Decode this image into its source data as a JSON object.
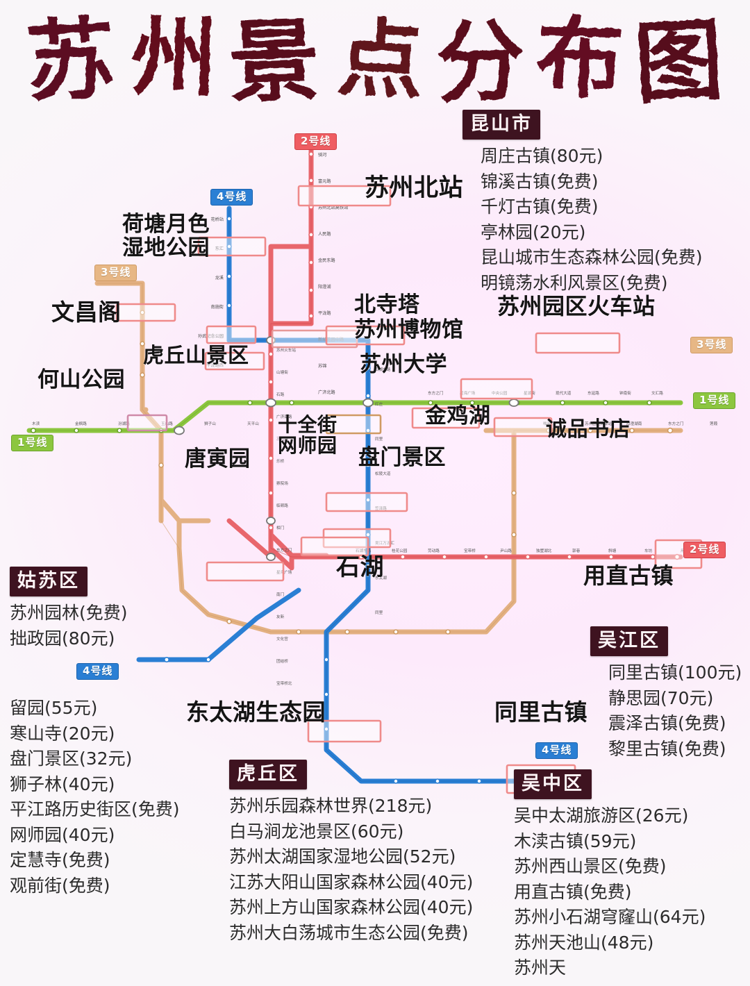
{
  "title": "苏州景点分布图",
  "title_chars": [
    "苏",
    "州",
    "景",
    "点",
    "分",
    "布",
    "图"
  ],
  "colors": {
    "background_top": "#fdeafb",
    "background_bottom": "#f9f6f9",
    "title_ink": "#5c0d22",
    "badge_bg": "#3e1320",
    "line1": "#8cc63f",
    "line2": "#ef5d62",
    "line3": "#e7b785",
    "line4": "#2a7fd4",
    "highlight_box": "#ef8a8a"
  },
  "line_badges": [
    {
      "name": "line-badge-2-top",
      "label": "2号线",
      "line": "2"
    },
    {
      "name": "line-badge-4-top",
      "label": "4号线",
      "line": "4"
    },
    {
      "name": "line-badge-3-left",
      "label": "3号线",
      "line": "3"
    },
    {
      "name": "line-badge-3-right",
      "label": "3号线",
      "line": "3"
    },
    {
      "name": "line-badge-1-right",
      "label": "1号线",
      "line": "1"
    },
    {
      "name": "line-badge-1-left",
      "label": "1号线",
      "line": "1"
    },
    {
      "name": "line-badge-2-right",
      "label": "2号线",
      "line": "2"
    },
    {
      "name": "line-badge-4-left",
      "label": "4号线",
      "line": "4"
    },
    {
      "name": "line-badge-4-bottom",
      "label": "4号线",
      "line": "4"
    }
  ],
  "map_labels": [
    {
      "name": "map-label-suzhou-north-station",
      "text": "苏州北站"
    },
    {
      "name": "map-label-hetang-yuese",
      "text": "荷塘月色"
    },
    {
      "name": "map-label-wetland-park",
      "text": "湿地公园"
    },
    {
      "name": "map-label-wenchang-pavilion",
      "text": "文昌阁"
    },
    {
      "name": "map-label-huqiushan-scenic",
      "text": "虎丘山景区"
    },
    {
      "name": "map-label-heshan-park",
      "text": "何山公园"
    },
    {
      "name": "map-label-beisi-pagoda",
      "text": "北寺塔"
    },
    {
      "name": "map-label-suzhou-museum",
      "text": "苏州博物馆"
    },
    {
      "name": "map-label-suzhou-university",
      "text": "苏州大学"
    },
    {
      "name": "map-label-park-railway-station",
      "text": "苏州园区火车站"
    },
    {
      "name": "map-label-jinji-lake",
      "text": "金鸡湖"
    },
    {
      "name": "map-label-eslite-bookstore",
      "text": "诚品书店"
    },
    {
      "name": "map-label-shiquan-street",
      "text": "十全街"
    },
    {
      "name": "map-label-wangshi-garden",
      "text": "网师园"
    },
    {
      "name": "map-label-tangyin-garden",
      "text": "唐寅园"
    },
    {
      "name": "map-label-panmen-scenic",
      "text": "盘门景区"
    },
    {
      "name": "map-label-shihu",
      "text": "石湖"
    },
    {
      "name": "map-label-luzhi-ancient-town",
      "text": "用直古镇"
    },
    {
      "name": "map-label-dongtaihu-eco-park",
      "text": "东太湖生态园"
    },
    {
      "name": "map-label-tongli-ancient-town",
      "text": "同里古镇"
    }
  ],
  "districts": [
    {
      "name": "kunshan",
      "badge": "昆山市",
      "items": [
        "周庄古镇(80元)",
        "锦溪古镇(免费)",
        "千灯古镇(免费)",
        "亭林园(20元)",
        "昆山城市生态森林公园(免费)",
        "明镜荡水利风景区(免费)"
      ]
    },
    {
      "name": "gusu-top",
      "badge": "姑苏区",
      "items": [
        "苏州园林(免费)",
        "拙政园(80元)"
      ]
    },
    {
      "name": "gusu-bottom",
      "badge": "",
      "items": [
        "留园(55元)",
        "寒山寺(20元)",
        "盘门景区(32元)",
        "狮子林(40元)",
        "平江路历史街区(免费)",
        "网师园(40元)",
        "定慧寺(免费)",
        "观前街(免费)"
      ]
    },
    {
      "name": "huqiu",
      "badge": "虎丘区",
      "items": [
        "苏州乐园森林世界(218元)",
        "白马涧龙池景区(60元)",
        "苏州太湖国家湿地公园(52元)",
        "江苏大阳山国家森林公园(40元)",
        "苏州上方山国家森林公园(40元)",
        "苏州大白荡城市生态公园(免费)"
      ]
    },
    {
      "name": "wujiang",
      "badge": "吴江区",
      "items": [
        "同里古镇(100元)",
        "静思园(70元)",
        "震泽古镇(免费)",
        "黎里古镇(免费)"
      ]
    },
    {
      "name": "wuzhong",
      "badge": "吴中区",
      "items": [
        "吴中太湖旅游区(26元)",
        "木渎古镇(59元)",
        "苏州西山景区(免费)",
        "用直古镇(免费)",
        "苏州小石湖穹窿山(64元)",
        "苏州天池山(48元)",
        "苏州天"
      ]
    }
  ],
  "station_labels": {
    "line2_north": [
      "骑河",
      "富元路",
      "苏州北站高铁站",
      "人民路",
      "金民东路",
      "阳澄湖",
      "平泷路",
      "新城花园中路",
      "苏锦",
      "广济北路"
    ],
    "line4_north": [
      "花桥站",
      "东汇",
      "龙溪",
      "南施街",
      "孙武纪念公园",
      "平泷路西"
    ],
    "center": [
      "苏州火车站",
      "山塘街",
      "石路",
      "广济南路",
      "三元坊",
      "乐桥",
      "察院场",
      "临顿路",
      "相门",
      "东方之门",
      "星海广场",
      "南门",
      "友新",
      "文化宫",
      "团结桥",
      "宝带桥北"
    ],
    "line1_east": [
      "东方之门",
      "星海广场",
      "中央公园",
      "星湖街",
      "现代大道",
      "东延路",
      "钟南街",
      "文汇路"
    ],
    "line1_west": [
      "木渎",
      "金枫路",
      "汾湖路",
      "玉山路",
      "狮子山",
      "天平山"
    ],
    "line3_right": [
      "唯亭",
      "苏州园区火车站",
      "阳澄湖南",
      "东方之门",
      "莲葭",
      "官渎里"
    ],
    "line2_east": [
      "石湖东路",
      "桂花公园",
      "劳动路",
      "宝带桥",
      "尹山路",
      "独墅湖北",
      "郭巷",
      "斜塘",
      "车坊",
      "用直古镇"
    ],
    "line4_south": [
      "石湖东路",
      "红庄",
      "同里",
      "松陵大道",
      "笠泽路",
      "吴江万五汇",
      "东太湖",
      "同里"
    ]
  },
  "watermark": ""
}
